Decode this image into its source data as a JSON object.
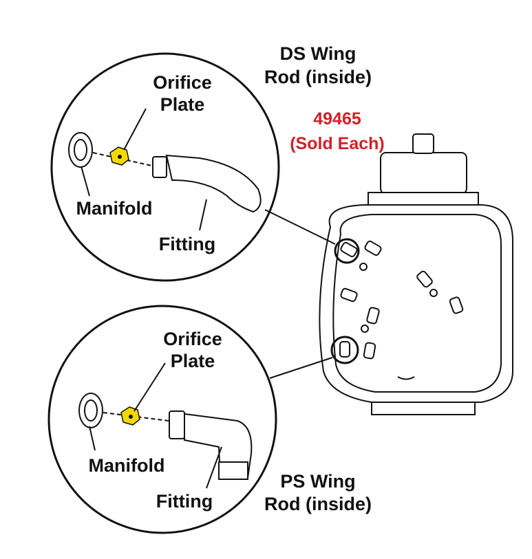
{
  "top_callout": {
    "orifice_plate_line1": "Orifice",
    "orifice_plate_line2": "Plate",
    "manifold": "Manifold",
    "fitting": "Fitting",
    "location_line1": "DS Wing",
    "location_line2": "Rod (inside)"
  },
  "part": {
    "number": "49465",
    "note": "(Sold Each)"
  },
  "bottom_callout": {
    "orifice_plate_line1": "Orifice",
    "orifice_plate_line2": "Plate",
    "manifold": "Manifold",
    "fitting": "Fitting",
    "location_line1": "PS Wing",
    "location_line2": "Rod (inside)"
  },
  "colors": {
    "part_number": "#d32028",
    "orifice_plate": "#f5d800"
  }
}
